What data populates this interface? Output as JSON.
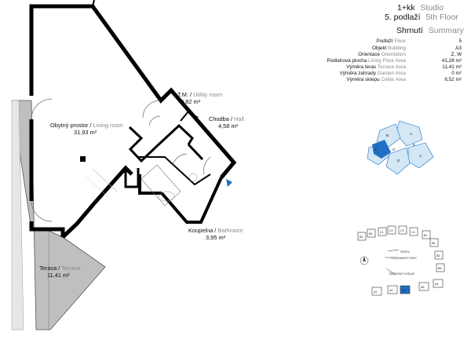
{
  "header": {
    "layout_cz": "1+kk",
    "layout_en": "Studio",
    "floor_cz": "5. podlaží",
    "floor_en": "5th Floor"
  },
  "summary": {
    "title_cz": "Shrnutí",
    "title_en": "Summary",
    "rows": [
      {
        "cz": "Podlaží",
        "en": "Floor",
        "value": "5"
      },
      {
        "cz": "Objekt",
        "en": "Building",
        "value": "A3"
      },
      {
        "cz": "Orientace",
        "en": "Orientation",
        "value": "Z, W"
      },
      {
        "cz": "Podlahová plocha",
        "en": "Living Floor Area",
        "value": "41,28 m²"
      },
      {
        "cz": "Výměra teras",
        "en": "Terrace Area",
        "value": "11,41 m²"
      },
      {
        "cz": "Výměra zahrady",
        "en": "Garden Area",
        "value": "0 m²"
      },
      {
        "cz": "Výměra sklepu",
        "en": "Cellar Area",
        "value": "6,52 m²"
      }
    ]
  },
  "rooms": {
    "living": {
      "cz": "Obytný prostor",
      "en": "Living room",
      "area": "31,93 m²"
    },
    "utility": {
      "cz": "T.M.",
      "en": "Utility room",
      "area": "0,82 m²"
    },
    "hall": {
      "cz": "Chodba",
      "en": "Hall",
      "area": "4,58 m²"
    },
    "bathroom": {
      "cz": "Koupelna",
      "en": "Bathroom",
      "area": "3,95 m²"
    },
    "terrace": {
      "cz": "Terasa",
      "en": "Terrace",
      "area": "11,41 m²"
    }
  },
  "keyplan": {
    "letters": [
      "A",
      "B",
      "C",
      "D",
      "E",
      "F",
      "G"
    ],
    "highlight_color": "#1f6fc4",
    "light_color": "#d3e7f5"
  },
  "siteplan": {
    "buildings": [
      "B2",
      "B3",
      "C1",
      "C2",
      "C3",
      "C4",
      "B1",
      "B4",
      "B5",
      "B6",
      "A4",
      "A5",
      "A3",
      "A2",
      "A1"
    ],
    "labels": [
      "VÍTKOV",
      "PRŮZKUMOVÝ VRCH",
      "ŽIŽKOVSKÝ VYSÍLAČ"
    ],
    "highlight": "A3"
  },
  "colors": {
    "wall": "#000000",
    "terrace": "#bfbfbf",
    "accent": "#1f6fc4"
  }
}
